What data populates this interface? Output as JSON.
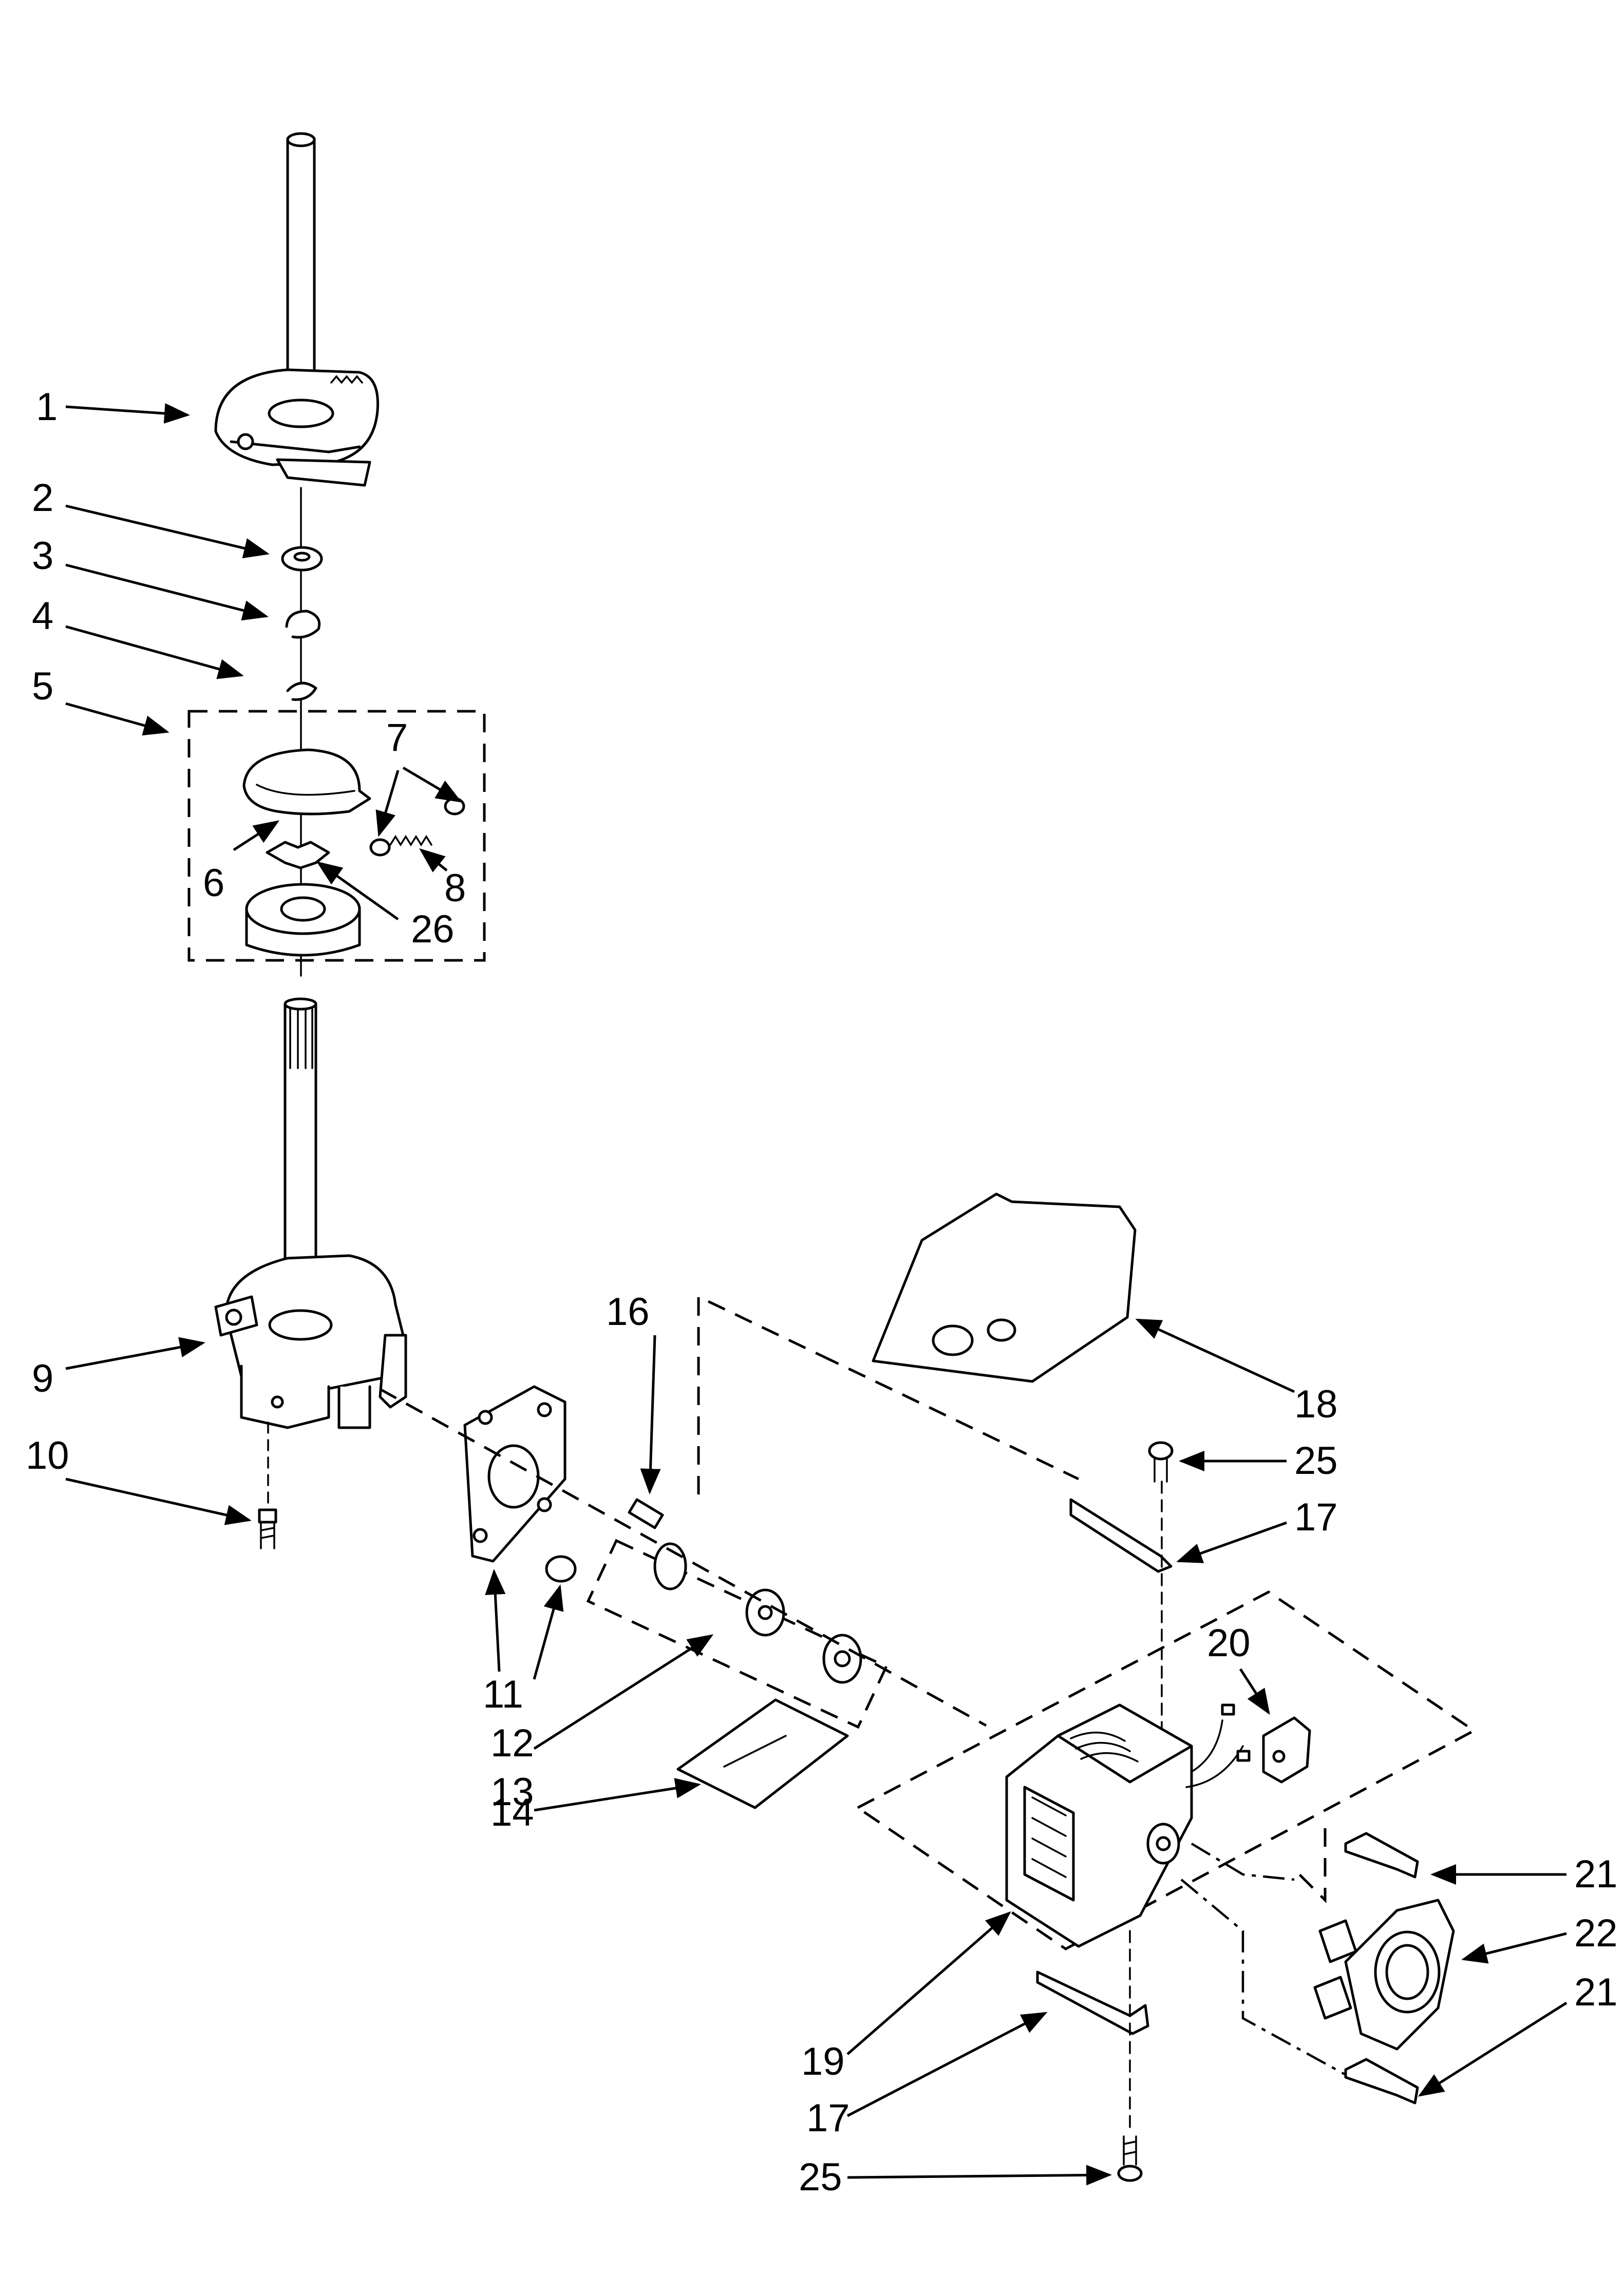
{
  "colors": {
    "ink": "#000000",
    "paper": "#ffffff"
  },
  "callouts": {
    "c1": "1",
    "c2": "2",
    "c3": "3",
    "c4": "4",
    "c5": "5",
    "c6": "6",
    "c7": "7",
    "c8": "8",
    "c26": "26",
    "c9": "9",
    "c10": "10",
    "c16": "16",
    "c18": "18",
    "c25a": "25",
    "c17a": "17",
    "c20": "20",
    "c11": "11",
    "c12": "12",
    "c13": "13",
    "c14": "14",
    "c21a": "21",
    "c22": "22",
    "c21b": "21",
    "c19": "19",
    "c17b": "17",
    "c25b": "25"
  }
}
